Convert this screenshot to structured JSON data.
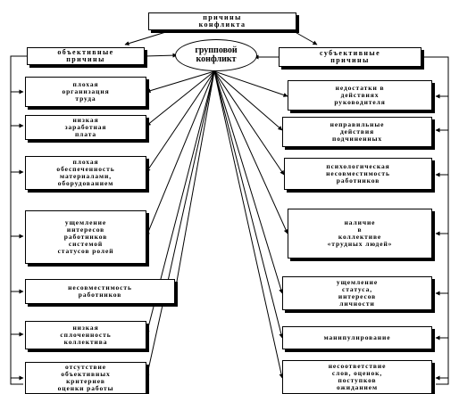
{
  "top": {
    "label": "причины\nконфликта"
  },
  "center": {
    "label": "групповой\nконфликт"
  },
  "objective": {
    "header": "объективные\nпричины",
    "items": [
      "плохая\nорганизация\nтруда",
      "низкая\nзаработная\nплата",
      "плохая\nобеспеченность\nматериалами,\nоборудованием",
      "ущемление\nинтересов\nработников\nсистемой\nстатусов ролей",
      "несовместимость\nработников",
      "низкая\nсплоченность\nколлектива",
      "отсутствие\nобъективных\nкритериев\nоценки работы"
    ]
  },
  "subjective": {
    "header": "субъективные\nпричины",
    "items": [
      "недостатки в\nдействиях\nруководителя",
      "неправильные\nдействия\nподчиненных",
      "психологическая\nнесовместимость\nработников",
      "наличие\nв\nколлективе\n«трудных людей»",
      "ущемление\nстатуса,\nинтересов\nличности",
      "манипулирование",
      "несоответствие\nслов, оценок,\nпоступков\nожиданием"
    ]
  }
}
